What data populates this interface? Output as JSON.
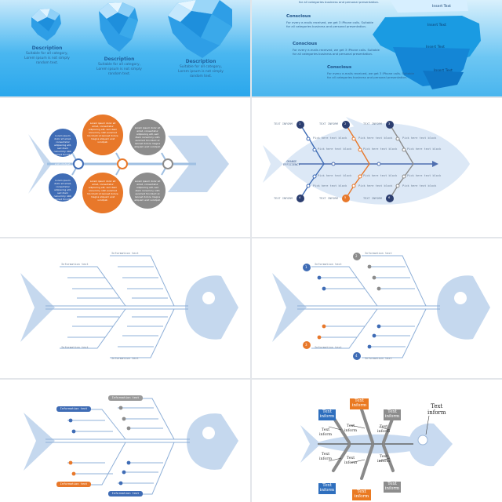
{
  "slide1": {
    "items": [
      {
        "heading": "Description",
        "body": [
          "Suitable for all category,",
          "Lorem ipsum is not simply",
          "random text."
        ]
      },
      {
        "heading": "Description",
        "body": [
          "Suitable for all category,",
          "Lorem ipsum is not simply",
          "random text."
        ]
      },
      {
        "heading": "Description",
        "body": [
          "Suitable for all category,",
          "Lorem ipsum is not simply",
          "random text."
        ]
      }
    ]
  },
  "slide2": {
    "top_body": "for all categories business and personal presentation.",
    "items": [
      {
        "heading": "Conscious",
        "body": [
          "For every e-mails received, we get 3 iPhone calls. Suitable",
          "for all categories business and personal presentation."
        ]
      },
      {
        "heading": "Conscious",
        "body": [
          "For every e-mails received, we get 3 iPhone calls. Suitable",
          "for all categories business and personal presentation."
        ]
      },
      {
        "heading": "Conscious",
        "body": [
          "For every e-mails received, we get 3 iPhone calls. Suitable",
          "for all categories business and personal presentation."
        ]
      }
    ],
    "insert_labels": [
      "Insert Text",
      "Insert Text",
      "Insert Text",
      "Insert Text"
    ]
  },
  "slide3": {
    "circle_text": "Lorem ipsum dolor sit amet, consectetur adipiscing elit, sed diam nonummy nibh euismod tincidunt ut laoreet dolore magna aliquam erat volutpat.",
    "colors": {
      "blue": "#3f6cb5",
      "orange": "#e8782a",
      "gray": "#8c8c8c",
      "arrow": "#c5d8ee"
    }
  },
  "slide4": {
    "top_labels": [
      "TEXT INFORM",
      "TEXT INFORM",
      "TEXT INFORM"
    ],
    "bottom_labels": [
      "TEXT INFORM",
      "TEXT INFORM",
      "TEXT INFORM"
    ],
    "center_label": [
      "ORANGE",
      "EFFICIENCY"
    ],
    "branch_text": "Pick here text block",
    "numbers": [
      "1",
      "2",
      "3",
      "4",
      "5",
      "6"
    ]
  },
  "slide5": {
    "info": "Information text"
  },
  "slide6": {
    "info": "Information text",
    "numbers": [
      "1",
      "2",
      "3",
      "4"
    ]
  },
  "slide7": {
    "info": "Information text"
  },
  "slide8": {
    "box": [
      "Text",
      "inform"
    ],
    "label": [
      "Text",
      "inform"
    ],
    "head": [
      "Text",
      "inform"
    ],
    "colors": {
      "blue": "#2f6fbe",
      "orange": "#ea7a22",
      "gray": "#8d8d8d",
      "fish": "#c8daf0"
    }
  }
}
